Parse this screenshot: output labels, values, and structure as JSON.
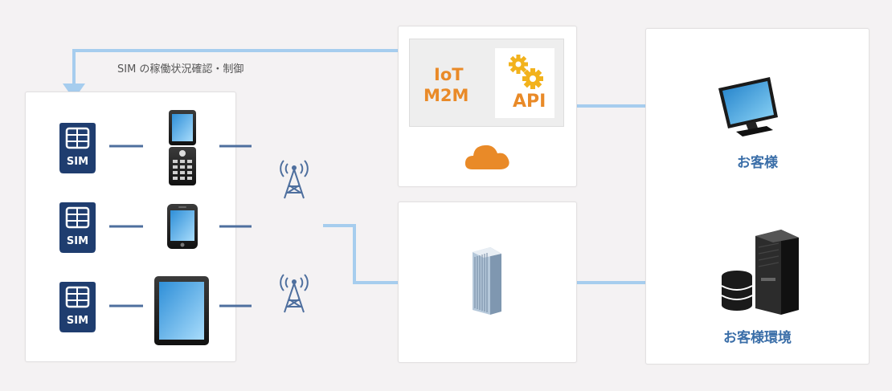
{
  "labels": {
    "status_check": "SIM の稼働状況確認・制御",
    "iot": "IoT",
    "m2m": "M2M",
    "api": "API",
    "customer": "お客様",
    "customer_environment": "お客様環境"
  },
  "sim_card": {
    "text": "SIM",
    "count": 3
  },
  "colors": {
    "background": "#f4f2f3",
    "panel": "#ffffff",
    "arrow": "#a6cdee",
    "link_line": "#4e6f9e",
    "sim_blue": "#1f3d6f",
    "orange": "#e98a28",
    "gear": "#f2b21c",
    "label_blue": "#3a6ea8"
  },
  "icons": {
    "sim": "sim-card-icon",
    "flip_phone": "flip-phone-icon",
    "smartphone": "smartphone-icon",
    "tablet": "tablet-icon",
    "antenna": "cell-tower-icon",
    "gears": "gears-icon",
    "cloud": "cloud-icon",
    "datacenter": "server-tower-icon",
    "monitor": "monitor-icon",
    "database": "database-icon",
    "server": "server-icon"
  }
}
